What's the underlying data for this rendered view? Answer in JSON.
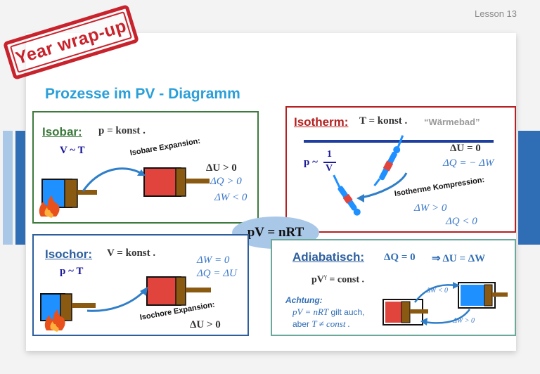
{
  "header": {
    "lesson": "Lesson 13"
  },
  "stamp": {
    "text": "Year wrap-up"
  },
  "slide": {
    "title": "Prozesse im PV - Diagramm"
  },
  "isobar": {
    "title": "Isobar:",
    "condition": "p = konst .",
    "relation": "V ~ T",
    "expansion_label": "Isobare Expansion:",
    "delta_u": "ΔU > 0",
    "delta_q": "ΔQ > 0",
    "delta_w": "ΔW < 0"
  },
  "isotherm": {
    "title": "Isotherm:",
    "condition": "T = konst .",
    "bath": "“Wärmebad”",
    "relation_prefix": "p ~",
    "fraction_num": "1",
    "fraction_den": "V",
    "delta_u": "ΔU = 0",
    "delta_q": "ΔQ = − ΔW",
    "compression_label": "Isotherme Kompression:",
    "delta_w": "ΔW > 0",
    "delta_q2": "ΔQ < 0"
  },
  "center": {
    "equation": "pV = nRT"
  },
  "isochor": {
    "title": "Isochor:",
    "condition": "V = konst .",
    "relation": "p ~ T",
    "delta_w": "ΔW = 0",
    "delta_q": "ΔQ = ΔU",
    "expansion_label": "Isochore Expansion:",
    "delta_u": "ΔU > 0"
  },
  "adiabatisch": {
    "title": "Adiabatisch:",
    "delta_q": "ΔQ = 0",
    "implication": "⇒ ΔU = ΔW",
    "equation_base": "pV",
    "equation_exp": "γ",
    "equation_rest": " = const .",
    "note_title": "Achtung:",
    "note_line1_formula": "pV = nRT",
    "note_line1_text": " gilt auch,",
    "note_line2_text": "aber ",
    "note_line2_formula": "T ≠ const .",
    "arrow_top": "ΔW < 0",
    "arrow_bottom": "ΔW > 0"
  },
  "colors": {
    "accent_blue": "#2f6db5",
    "title_blue": "#2b9fd9",
    "isobar_green": "#3d7a3d",
    "isotherm_red": "#b52020",
    "isochor_blue": "#2d5f9e",
    "adiabat_teal": "#6aa89a",
    "gas_blue": "#1e90ff",
    "gas_red": "#e0443c",
    "piston_brown": "#8b5a12"
  },
  "icons": [
    "flame-icon",
    "diver-icon",
    "arrow-icon"
  ]
}
